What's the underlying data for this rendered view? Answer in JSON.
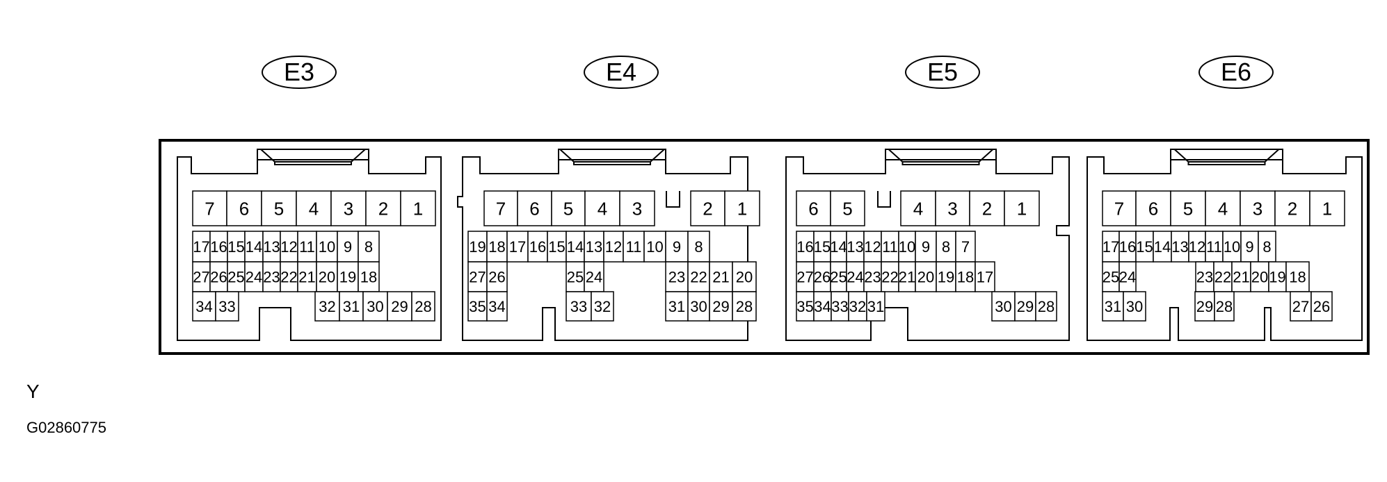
{
  "connectors": [
    {
      "label": "E3",
      "rows": [
        [
          "7",
          "6",
          "5",
          "4",
          "3",
          "2",
          "1"
        ],
        [
          "17",
          "16",
          "15",
          "14",
          "13",
          "12",
          "11",
          "10",
          "9",
          "8"
        ],
        [
          "27",
          "26",
          "25",
          "24",
          "23",
          "22",
          "21",
          "20",
          "19",
          "18"
        ],
        [
          "34",
          "33",
          "32",
          "31",
          "30",
          "29",
          "28"
        ]
      ]
    },
    {
      "label": "E4",
      "rows": [
        [
          "7",
          "6",
          "5",
          "4",
          "3",
          "2",
          "1"
        ],
        [
          "19",
          "18",
          "17",
          "16",
          "15",
          "14",
          "13",
          "12",
          "11",
          "10",
          "9",
          "8"
        ],
        [
          "27",
          "26",
          "25",
          "24",
          "23",
          "22",
          "21",
          "20"
        ],
        [
          "35",
          "34",
          "33",
          "32",
          "31",
          "30",
          "29",
          "28"
        ]
      ]
    },
    {
      "label": "E5",
      "rows": [
        [
          "6",
          "5",
          "4",
          "3",
          "2",
          "1"
        ],
        [
          "16",
          "15",
          "14",
          "13",
          "12",
          "11",
          "10",
          "9",
          "8",
          "7"
        ],
        [
          "27",
          "26",
          "25",
          "24",
          "23",
          "22",
          "21",
          "20",
          "19",
          "18",
          "17"
        ],
        [
          "35",
          "34",
          "33",
          "32",
          "31",
          "30",
          "29",
          "28"
        ]
      ]
    },
    {
      "label": "E6",
      "rows": [
        [
          "7",
          "6",
          "5",
          "4",
          "3",
          "2",
          "1"
        ],
        [
          "17",
          "16",
          "15",
          "14",
          "13",
          "12",
          "11",
          "10",
          "9",
          "8"
        ],
        [
          "25",
          "24",
          "23",
          "22",
          "21",
          "20",
          "19",
          "18"
        ],
        [
          "31",
          "30",
          "29",
          "28",
          "27",
          "26"
        ]
      ]
    }
  ],
  "marker": "Y",
  "figure_id": "G02860775"
}
